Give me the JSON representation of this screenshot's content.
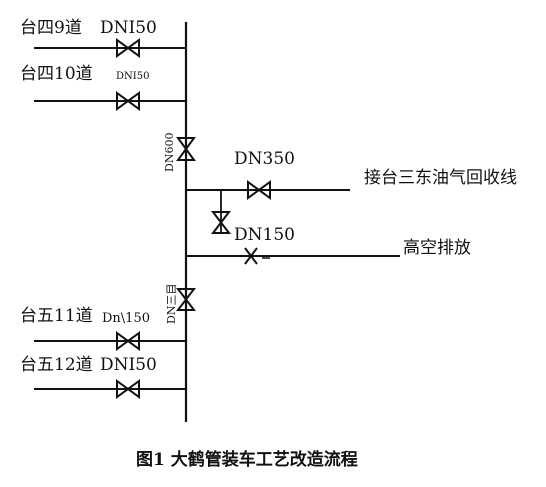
{
  "labels": {
    "t4_9": "台四9道",
    "t4_9_dn": "DNI50",
    "t4_10": "台四10道",
    "t4_10_dn": "DNI50",
    "main_upper_dn": "DN600",
    "branch_dn350": "DN350",
    "dest_vapor": "接台三东油气回收线",
    "branch_dn150": "DN150",
    "dest_vent": "高空排放",
    "main_lower_dn": "DN三目",
    "t5_11": "台五11道",
    "t5_11_dn": "Dn\\150",
    "t5_12": "台五12道",
    "t5_12_dn": "DNI50"
  },
  "caption": "图1   大鹤管装车工艺改造流程",
  "colors": {
    "line": "#111111",
    "background": "#ffffff"
  }
}
